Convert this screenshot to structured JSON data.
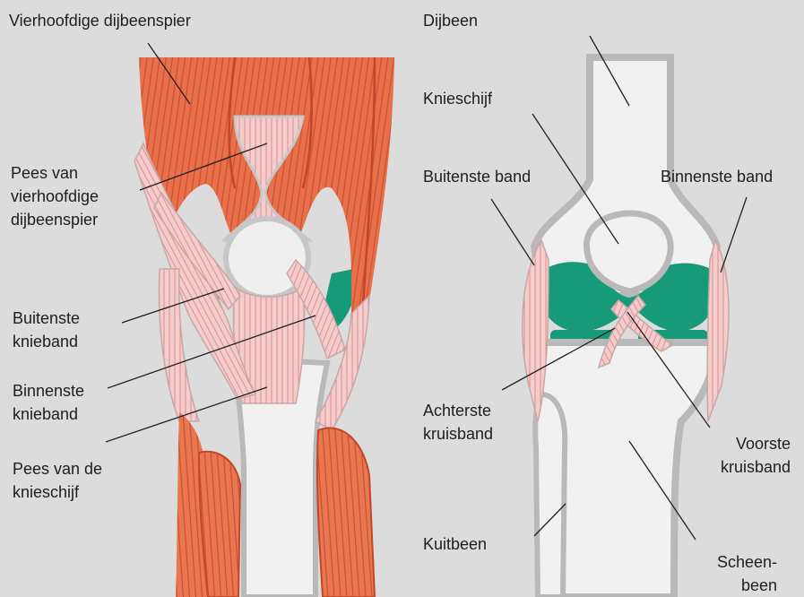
{
  "colors": {
    "background": "#dcdcdc",
    "muscle": "#e8704a",
    "muscle_dark": "#c2452c",
    "tendon": "#f2c6c6",
    "bone": "#f1f1f1",
    "bone_outline": "#b9b9b9",
    "cartilage": "#169a78"
  },
  "left": {
    "quadriceps": "Vierhoofdige dijbeenspier",
    "quad_tendon": [
      "Pees van",
      "vierhoofdige",
      "dijbeenspier"
    ],
    "lateral_ligament": [
      "Buitenste",
      "knieband"
    ],
    "medial_ligament": [
      "Binnenste",
      "knieband"
    ],
    "patellar_tendon": [
      "Pees van de",
      "knieschijf"
    ]
  },
  "right": {
    "femur": "Dijbeen",
    "patella": "Knieschijf",
    "lateral_band": "Buitenste band",
    "medial_band": "Binnenste band",
    "posterior_cruciate": [
      "Achterste",
      "kruisband"
    ],
    "anterior_cruciate": [
      "Voorste",
      "kruisband"
    ],
    "fibula": "Kuitbeen",
    "tibia": [
      "Scheen-",
      "been"
    ]
  }
}
